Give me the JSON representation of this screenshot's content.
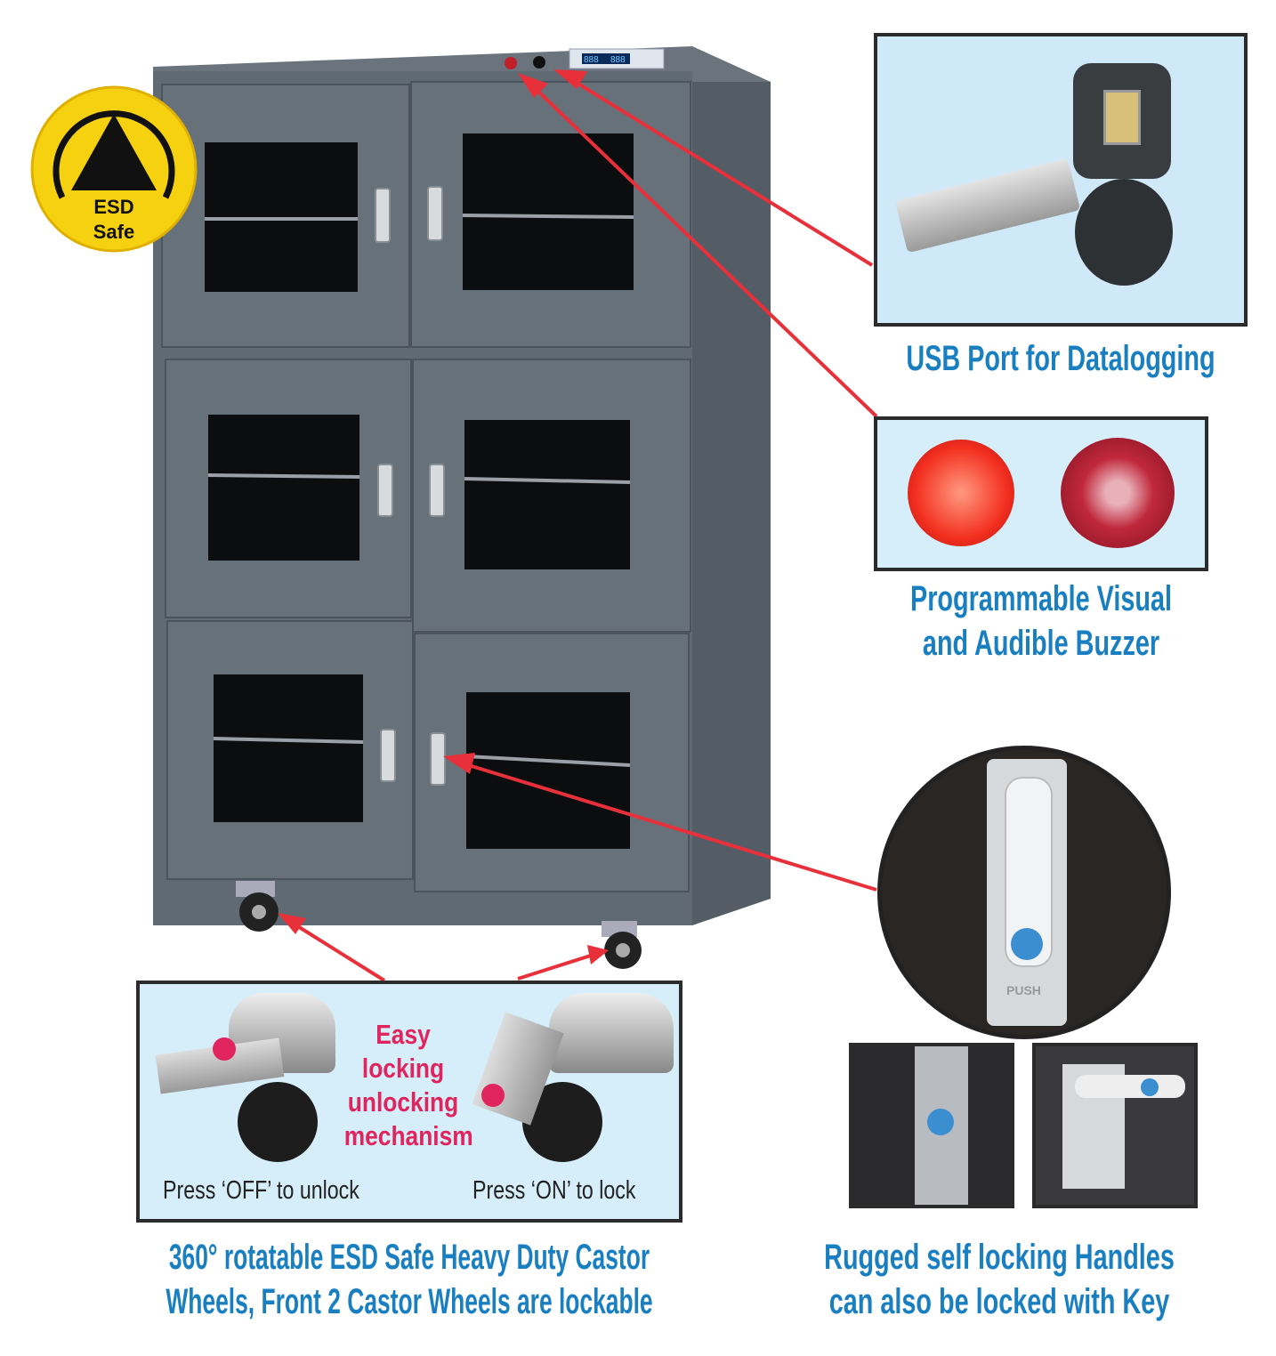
{
  "badge": {
    "line1": "ESD",
    "line2": "Safe"
  },
  "control_panel": {
    "display_left": "888",
    "display_right": "888"
  },
  "callouts": {
    "usb": {
      "caption": "USB Port for Datalogging"
    },
    "buzzer": {
      "caption_line1": "Programmable Visual",
      "caption_line2": "and Audible Buzzer"
    },
    "castor": {
      "mechanism_lines": [
        "Easy",
        "locking",
        "unlocking",
        "mechanism"
      ],
      "unlock_label": "Press ‘OFF’ to unlock",
      "lock_label": "Press ‘ON’ to lock",
      "caption_line1": "360° rotatable ESD Safe Heavy Duty Castor",
      "caption_line2": "Wheels, Front 2 Castor Wheels are lockable"
    },
    "handle": {
      "push_label": "PUSH",
      "caption_line1": "Rugged self locking Handles",
      "caption_line2": "can also be locked with Key"
    }
  },
  "colors": {
    "caption": "#1a7fc1",
    "accent": "#e0245e",
    "arrow": "#e8303a",
    "cabinet": "#5d6770",
    "badge": "#f5d10f"
  }
}
